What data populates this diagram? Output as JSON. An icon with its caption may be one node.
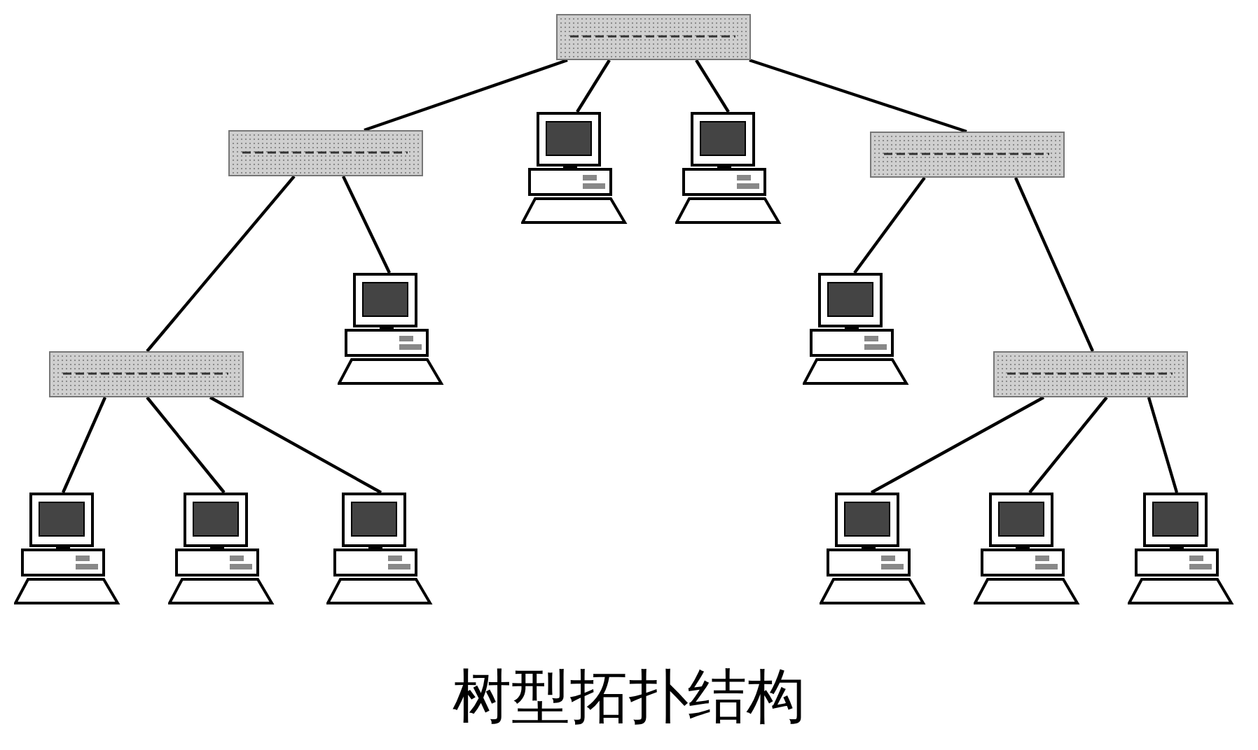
{
  "diagram": {
    "title": "树型拓扑结构",
    "nodes": [
      {
        "text": [],
        "shape": "bar"
      },
      {
        "text": [],
        "shape": "bar"
      },
      {
        "text": [],
        "shape": "picture"
      },
      {
        "text": [],
        "shape": "picture"
      },
      {
        "text": [],
        "shape": "bar"
      },
      {
        "text": [],
        "shape": "picture"
      },
      {
        "text": [],
        "shape": "picture"
      },
      {
        "text": [],
        "shape": "bar"
      },
      {
        "text": [],
        "shape": "bar"
      },
      {
        "text": [],
        "shape": "picture"
      },
      {
        "text": [],
        "shape": "picture"
      },
      {
        "text": [],
        "shape": "picture"
      },
      {
        "text": [],
        "shape": "picture"
      },
      {
        "text": [],
        "shape": "picture"
      },
      {
        "text": [],
        "shape": "picture"
      }
    ],
    "edges": [
      {
        "from": 0,
        "to": 1,
        "arrow": "none"
      },
      {
        "from": 0,
        "to": 2,
        "arrow": "none"
      },
      {
        "from": 0,
        "to": 3,
        "arrow": "none"
      },
      {
        "from": 0,
        "to": 4,
        "arrow": "none"
      },
      {
        "from": 1,
        "to": 7,
        "arrow": "none"
      },
      {
        "from": 1,
        "to": 5,
        "arrow": "none"
      },
      {
        "from": 4,
        "to": 6,
        "arrow": "none"
      },
      {
        "from": 4,
        "to": 8,
        "arrow": "none"
      },
      {
        "from": 7,
        "to": 9,
        "arrow": "none"
      },
      {
        "from": 7,
        "to": 10,
        "arrow": "none"
      },
      {
        "from": 7,
        "to": 11,
        "arrow": "none"
      },
      {
        "from": 8,
        "to": 12,
        "arrow": "none"
      },
      {
        "from": 8,
        "to": 13,
        "arrow": "none"
      },
      {
        "from": 8,
        "to": 14,
        "arrow": "none"
      }
    ]
  }
}
